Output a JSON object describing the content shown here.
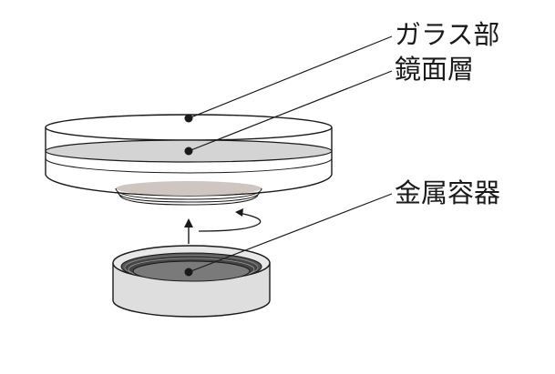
{
  "labels": {
    "glass": "ガラス部",
    "mirror": "鏡面層",
    "metal": "金属容器"
  },
  "colors": {
    "outline": "#1a1a1a",
    "mirror_fill": "#d4d4d4",
    "thread_fill": "#cfc6c2",
    "container_body": "#dedede",
    "container_inner": "#7a7a7a",
    "background": "#ffffff"
  }
}
